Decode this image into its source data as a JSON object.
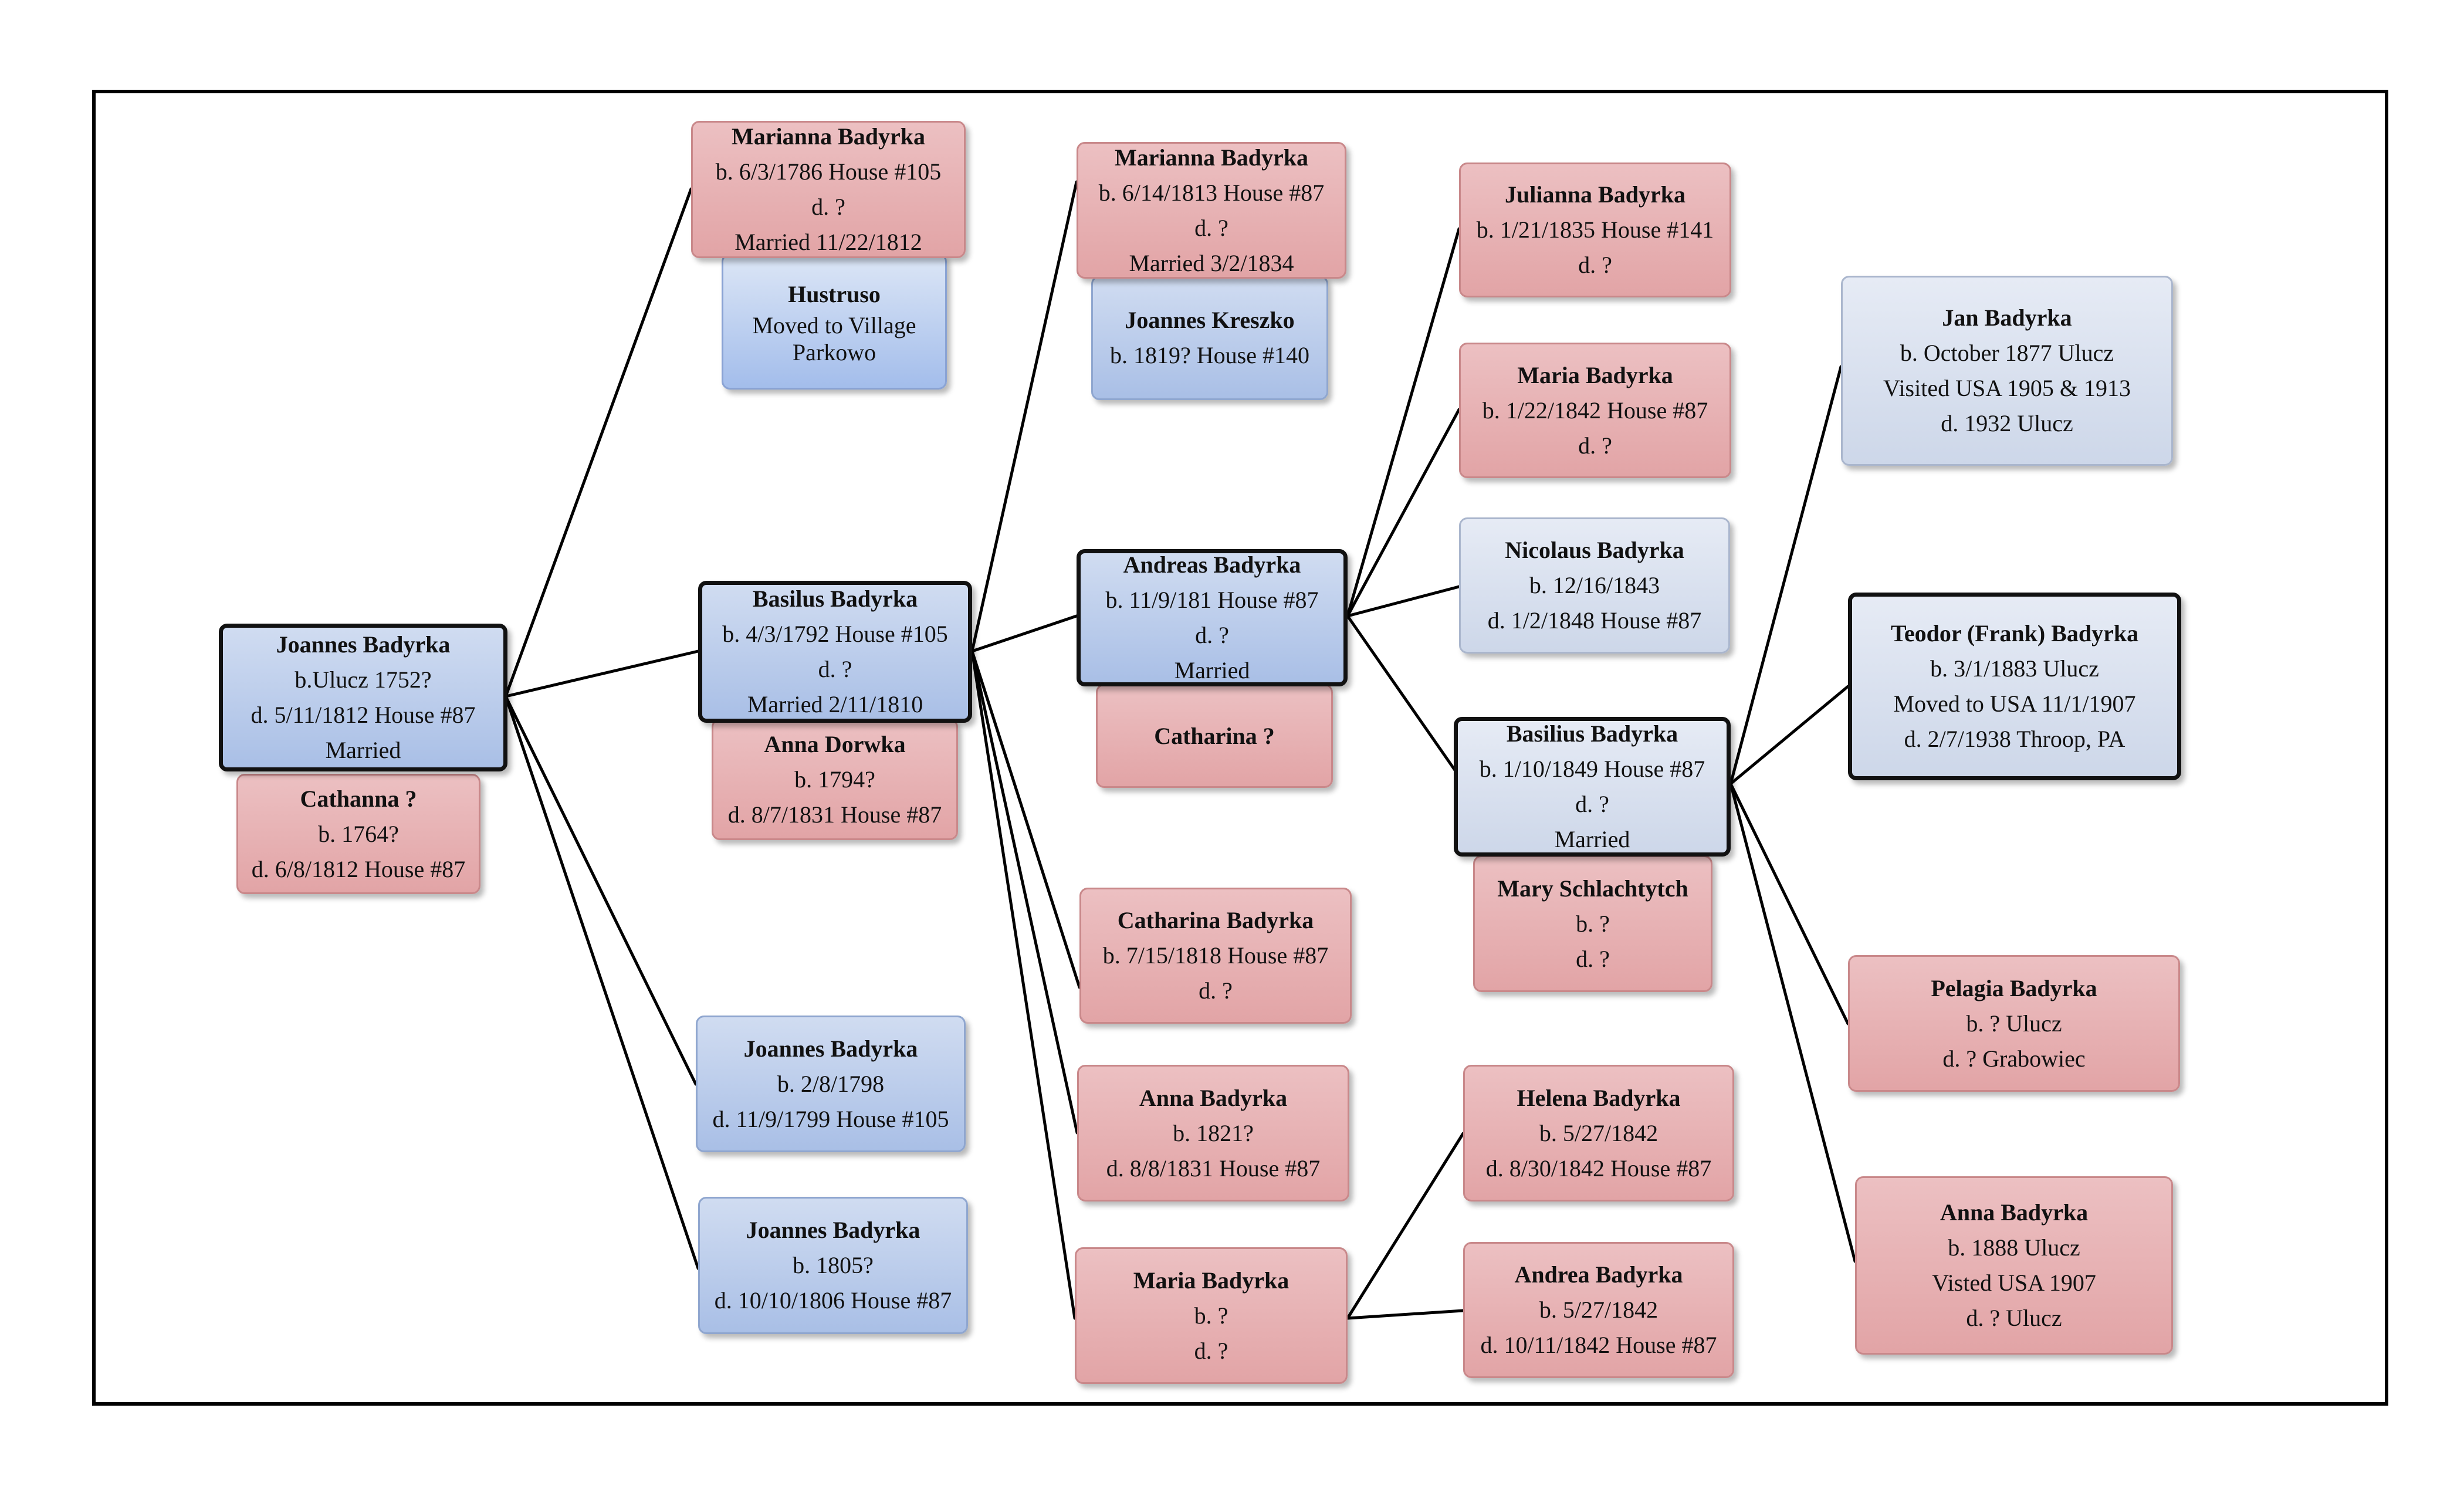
{
  "colors": {
    "female": "#e5aaac",
    "male": "#b3c7ea",
    "grey": "#d6deed",
    "line": "#000000"
  },
  "people": {
    "joannes_1752": {
      "name": "Joannes Badyrka",
      "lines": [
        "b.Ulucz 1752?",
        "d. 5/11/1812  House #87",
        "Married"
      ]
    },
    "cathanna": {
      "name": "Cathanna ?",
      "lines": [
        "b. 1764?",
        "d. 6/8/1812  House #87"
      ]
    },
    "marianna_1786": {
      "name": "Marianna Badyrka",
      "lines": [
        "b.  6/3/1786  House #105",
        "d.  ?",
        "Married 11/22/1812"
      ]
    },
    "hustruso": {
      "name": "Hustruso",
      "lines": [
        "Moved to Village Parkowo"
      ]
    },
    "basilus_1792": {
      "name": "Basilus Badyrka",
      "lines": [
        "b. 4/3/1792  House #105",
        "d.  ?",
        "Married  2/11/1810"
      ]
    },
    "anna_dorwka": {
      "name": "Anna Dorwka",
      "lines": [
        "b. 1794?",
        "d. 8/7/1831  House #87"
      ]
    },
    "joannes_1798": {
      "name": "Joannes Badyrka",
      "lines": [
        "b. 2/8/1798",
        "d. 11/9/1799  House #105"
      ]
    },
    "joannes_1805": {
      "name": "Joannes Badyrka",
      "lines": [
        "b.  1805?",
        "d. 10/10/1806  House #87"
      ]
    },
    "marianna_1813": {
      "name": "Marianna Badyrka",
      "lines": [
        "b. 6/14/1813  House #87",
        "d.  ?",
        "Married  3/2/1834"
      ]
    },
    "joannes_kreszko": {
      "name": "Joannes Kreszko",
      "lines": [
        "b. 1819?  House #140"
      ]
    },
    "andreas": {
      "name": "Andreas Badyrka",
      "lines": [
        "b. 11/9/181  House #87",
        "d. ?",
        "Married"
      ]
    },
    "catharina_spouse": {
      "name": "Catharina ?",
      "lines": []
    },
    "catharina_1818": {
      "name": "Catharina Badyrka",
      "lines": [
        "b. 7/15/1818  House #87",
        "d.  ?"
      ]
    },
    "anna_1821": {
      "name": "Anna Badyrka",
      "lines": [
        "b. 1821?",
        "d.  8/8/1831  House #87"
      ]
    },
    "maria_badyrka": {
      "name": "Maria Badyrka",
      "lines": [
        "b. ?",
        "d. ?"
      ]
    },
    "julianna": {
      "name": "Julianna Badyrka",
      "lines": [
        "b. 1/21/1835  House #141",
        "d. ?"
      ]
    },
    "maria_1842": {
      "name": "Maria Badyrka",
      "lines": [
        "b. 1/22/1842  House #87",
        "d. ?"
      ]
    },
    "nicolaus": {
      "name": "Nicolaus Badyrka",
      "lines": [
        "b. 12/16/1843",
        "d. 1/2/1848  House #87"
      ]
    },
    "basilius_1849": {
      "name": "Basilius Badyrka",
      "lines": [
        "b. 1/10/1849  House #87",
        "d. ?",
        "Married"
      ]
    },
    "mary_schlachtytch": {
      "name": "Mary Schlachtytch",
      "lines": [
        "b. ?",
        "d. ?"
      ]
    },
    "helena": {
      "name": "Helena Badyrka",
      "lines": [
        "b. 5/27/1842",
        "d. 8/30/1842  House #87"
      ]
    },
    "andrea": {
      "name": "Andrea Badyrka",
      "lines": [
        "b. 5/27/1842",
        "d. 10/11/1842  House #87"
      ]
    },
    "jan": {
      "name": "Jan Badyrka",
      "lines": [
        "b. October 1877  Ulucz",
        "Visited USA 1905 & 1913",
        "d. 1932 Ulucz"
      ]
    },
    "teodor": {
      "name": "Teodor  (Frank) Badyrka",
      "lines": [
        "b. 3/1/1883  Ulucz",
        "Moved to USA 11/1/1907",
        "d. 2/7/1938 Throop, PA"
      ]
    },
    "pelagia": {
      "name": "Pelagia Badyrka",
      "lines": [
        "b. ?  Ulucz",
        "d. ? Grabowiec"
      ]
    },
    "anna_1888": {
      "name": "Anna Badyrka",
      "lines": [
        "b.  1888 Ulucz",
        "Visted USA 1907",
        "d.  ? Ulucz"
      ]
    }
  }
}
